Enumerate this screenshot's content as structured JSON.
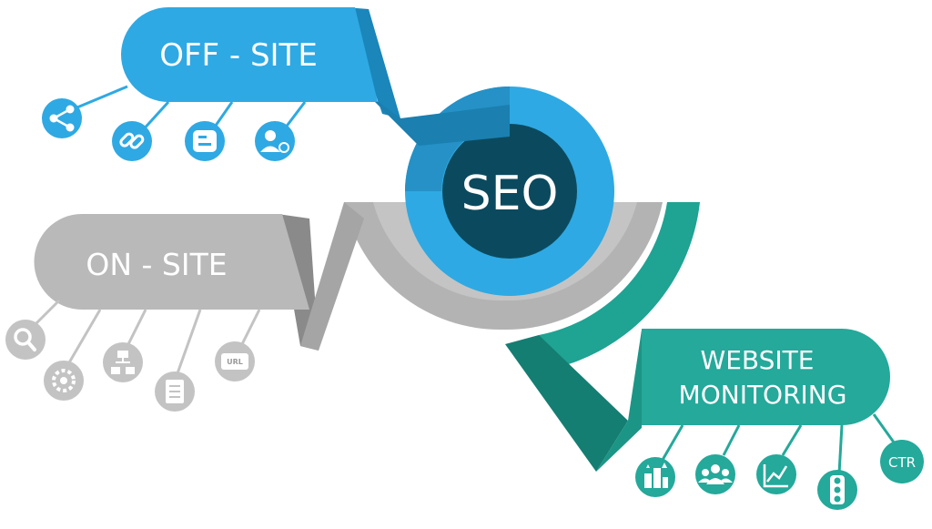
{
  "diagram": {
    "center_label": "SEO",
    "off_site": {
      "label": "OFF - SITE",
      "icons": [
        "share-icon",
        "link-icon",
        "blogger-icon",
        "user-sync-icon"
      ]
    },
    "on_site": {
      "label": "ON - SITE",
      "icons": [
        "magnify-icon",
        "settings-gear-icon",
        "sitemap-icon",
        "document-icon",
        "url-icon"
      ],
      "url_icon_text": "URL"
    },
    "website_monitoring": {
      "label_line1": "WEBSITE",
      "label_line2": "MONITORING",
      "icons": [
        "ranking-podium-icon",
        "users-group-icon",
        "analytics-chart-icon",
        "traffic-light-icon",
        "ctr-badge-icon"
      ],
      "ctr_text": "CTR"
    }
  },
  "colors": {
    "off_site": "#2ea9e3",
    "off_site_dark": "#1a86ba",
    "on_site": "#b9b9b9",
    "on_site_dark": "#8a8a8a",
    "monitoring": "#24a99a",
    "monitoring_dark": "#147e72",
    "seo_center": "#0b4a5e",
    "line_grey": "#c3c3c3"
  }
}
